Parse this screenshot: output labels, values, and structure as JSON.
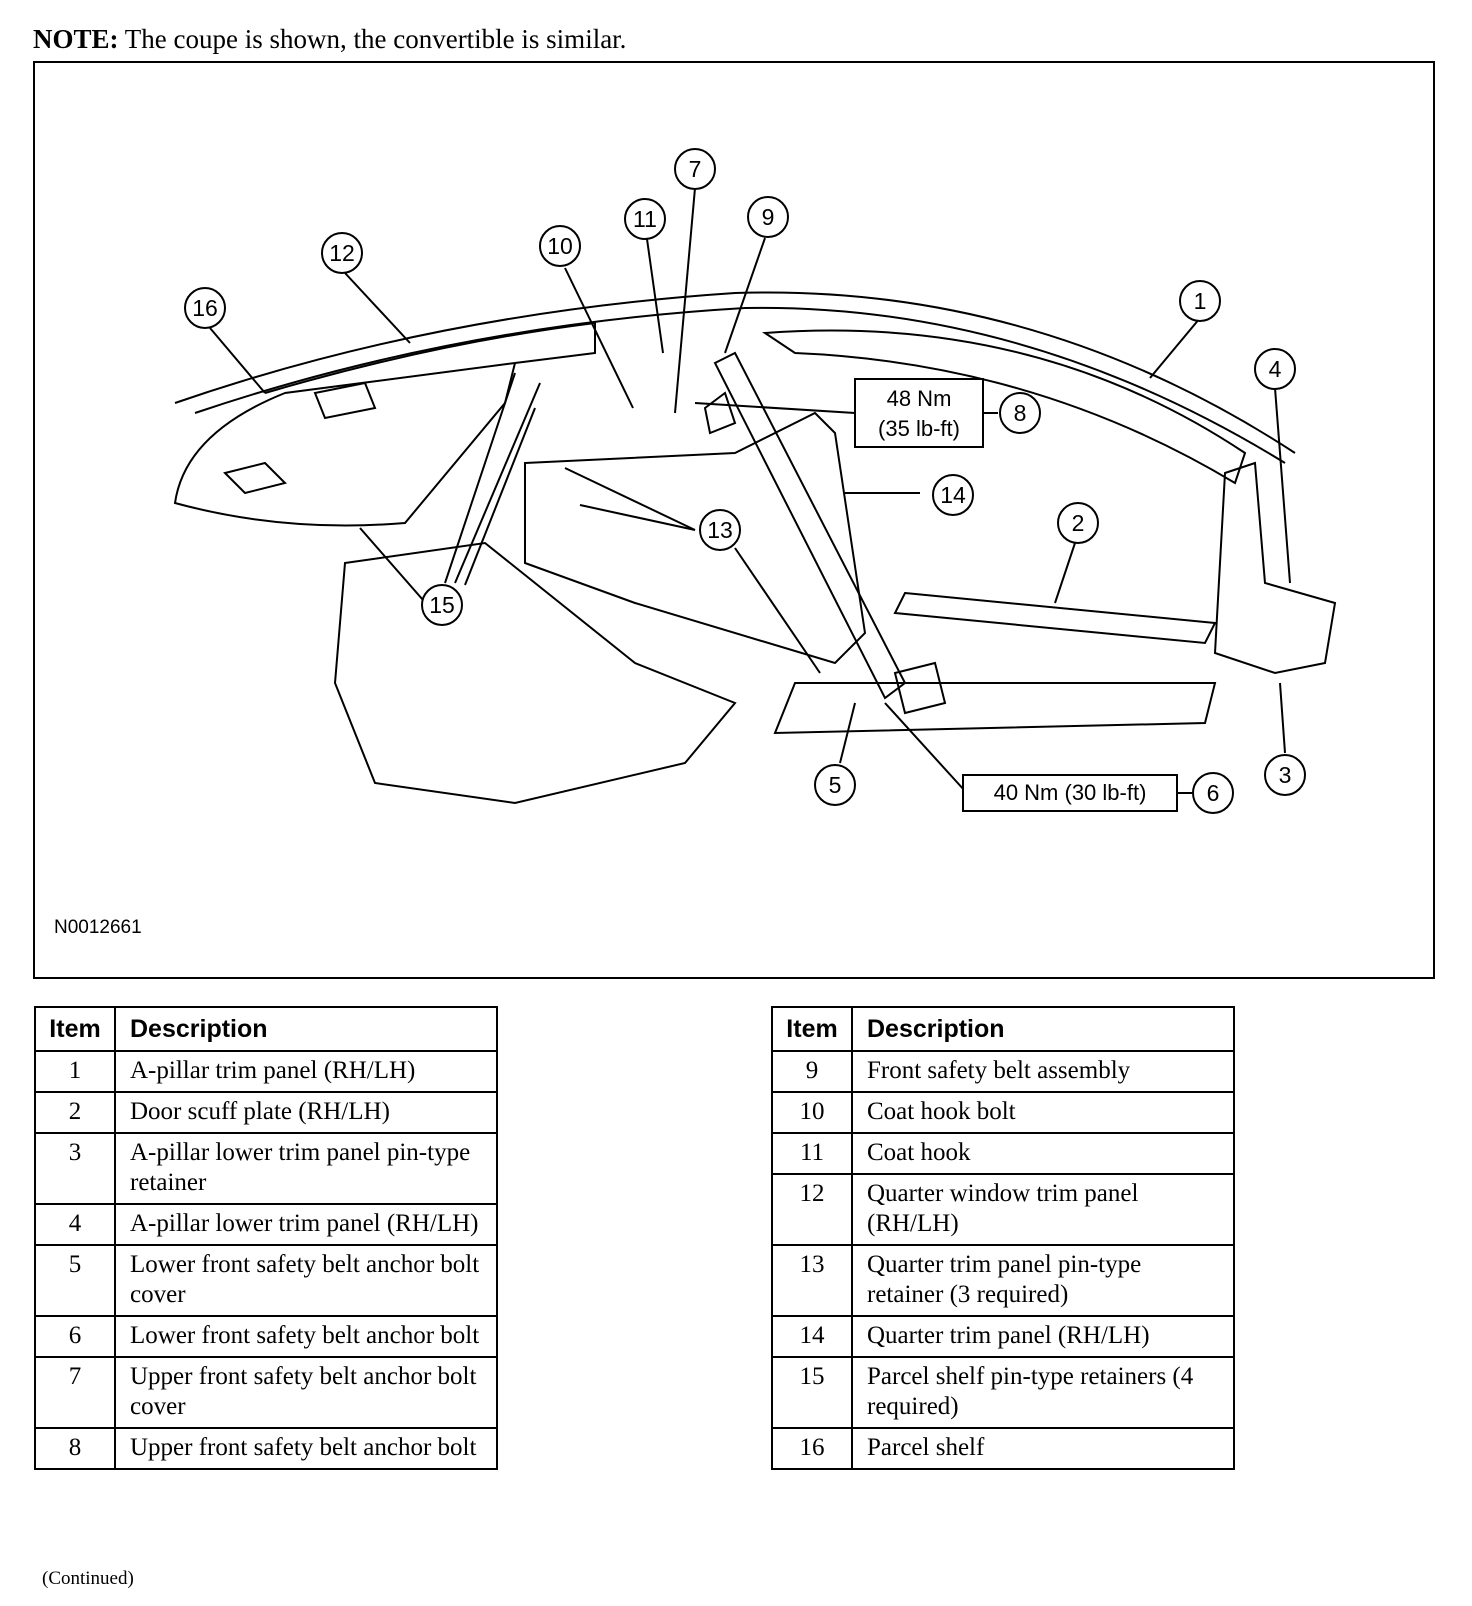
{
  "note": {
    "label": "NOTE:",
    "text": " The coupe is shown, the convertible is similar."
  },
  "figure": {
    "id": "N0012661",
    "callouts": [
      "1",
      "2",
      "3",
      "4",
      "5",
      "6",
      "7",
      "8",
      "9",
      "10",
      "11",
      "12",
      "13",
      "14",
      "15",
      "16"
    ],
    "torque_labels": {
      "upper": [
        "48 Nm",
        "(35 lb-ft)"
      ],
      "lower": "40 Nm (30 lb-ft)"
    }
  },
  "table_header": {
    "item": "Item",
    "description": "Description"
  },
  "items_left": [
    {
      "item": "1",
      "description": "A-pillar trim panel (RH/LH)"
    },
    {
      "item": "2",
      "description": "Door scuff plate (RH/LH)"
    },
    {
      "item": "3",
      "description": "A-pillar lower trim panel pin-type retainer"
    },
    {
      "item": "4",
      "description": "A-pillar lower trim panel (RH/LH)"
    },
    {
      "item": "5",
      "description": "Lower front safety belt anchor bolt cover"
    },
    {
      "item": "6",
      "description": "Lower front safety belt anchor bolt"
    },
    {
      "item": "7",
      "description": "Upper front safety belt anchor bolt cover"
    },
    {
      "item": "8",
      "description": "Upper front safety belt anchor bolt"
    }
  ],
  "items_right": [
    {
      "item": "9",
      "description": "Front safety belt assembly"
    },
    {
      "item": "10",
      "description": "Coat hook bolt"
    },
    {
      "item": "11",
      "description": "Coat hook"
    },
    {
      "item": "12",
      "description": "Quarter window trim panel (RH/LH)"
    },
    {
      "item": "13",
      "description": "Quarter trim panel pin-type retainer (3 required)"
    },
    {
      "item": "14",
      "description": "Quarter trim panel (RH/LH)"
    },
    {
      "item": "15",
      "description": "Parcel shelf pin-type retainers (4 required)"
    },
    {
      "item": "16",
      "description": "Parcel shelf"
    }
  ],
  "continued": "(Continued)"
}
